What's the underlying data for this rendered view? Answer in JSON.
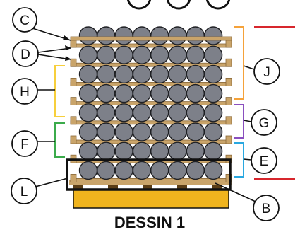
{
  "caption": "DESSIN 1",
  "colors": {
    "pipe_fill": "#7d8089",
    "pipe_stroke": "#1f2024",
    "batten_wood": "#c9a46a",
    "batten_dark": "#8a6838",
    "pallet_base": "#f0b41e",
    "pallet_slat": "#5a3d16",
    "pallet_gap": "#ffffff",
    "outline_black": "#111111",
    "bracket_orange": "#f5a23a",
    "bracket_yellow": "#f7cf3c",
    "bracket_purple": "#8a4fbf",
    "bracket_green": "#3bab4b",
    "bracket_blue": "#2aa8e0",
    "marker_red": "#d7262d"
  },
  "stack": {
    "pipe_rows": 8,
    "pipes_per_row": 8
  },
  "callouts": [
    {
      "id": "c",
      "label": "C"
    },
    {
      "id": "d",
      "label": "D"
    },
    {
      "id": "h",
      "label": "H"
    },
    {
      "id": "f",
      "label": "F"
    },
    {
      "id": "l",
      "label": "L"
    },
    {
      "id": "j",
      "label": "J"
    },
    {
      "id": "g",
      "label": "G"
    },
    {
      "id": "e",
      "label": "E"
    },
    {
      "id": "b",
      "label": "B"
    }
  ]
}
